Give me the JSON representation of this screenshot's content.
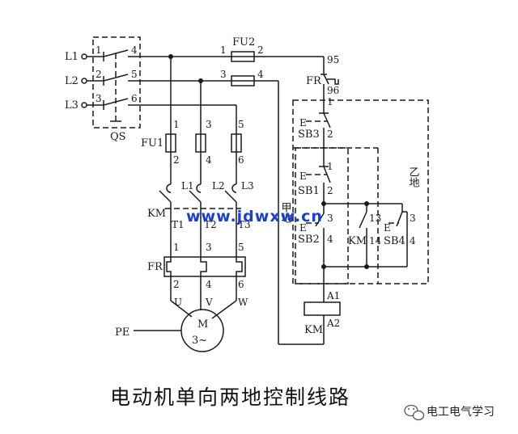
{
  "lines": {
    "l1": "L1",
    "l2": "L2",
    "l3": "L3"
  },
  "qs": {
    "label": "QS",
    "t1": "1",
    "t2": "2",
    "t3": "3",
    "t4": "4",
    "t5": "5",
    "t6": "6"
  },
  "fu2": {
    "label": "FU2",
    "t1": "1",
    "t2": "2",
    "t3": "3",
    "t4": "4"
  },
  "fu1": {
    "label": "FU1",
    "t1": "1",
    "t2": "2",
    "t3": "3",
    "t4": "4",
    "t5": "5",
    "t6": "6"
  },
  "km_main": {
    "label": "KM",
    "l1": "L1",
    "l2": "L2",
    "l3": "L3",
    "t1": "T1",
    "t2": "T2",
    "t3": "T3"
  },
  "fr_main": {
    "label": "FR",
    "t1": "1",
    "t2": "2",
    "t3": "3",
    "t4": "4",
    "t5": "5",
    "t6": "6"
  },
  "motor": {
    "u": "U",
    "v": "V",
    "w": "W",
    "m": "M",
    "phase": "3~",
    "pe": "PE"
  },
  "fr_contact": {
    "label": "FR",
    "t95": "95",
    "t96": "96"
  },
  "sb3": {
    "label": "SB3",
    "e": "E",
    "t1": "1",
    "t2": "2"
  },
  "sb1": {
    "label": "SB1",
    "e": "E",
    "t1": "1",
    "t2": "2"
  },
  "sb2": {
    "label": "SB2",
    "e": "E",
    "t3": "3",
    "t4": "4"
  },
  "km_aux": {
    "label": "KM",
    "t13": "13",
    "t14": "14"
  },
  "sb4": {
    "label": "SB4",
    "e": "E",
    "t3": "3",
    "t4": "4"
  },
  "coil": {
    "label": "KM",
    "a1": "A1",
    "a2": "A2"
  },
  "site": {
    "jia": "甲地",
    "yi": "乙地"
  },
  "watermark": "www.jdwxw.cn",
  "title": "电动机单向两地控制线路",
  "brand": "电工电气学习"
}
